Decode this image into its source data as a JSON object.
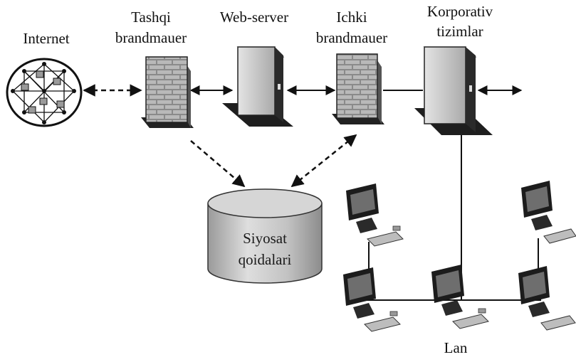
{
  "nodes": {
    "internet": {
      "label": "Internet"
    },
    "outer_firewall": {
      "label_line1": "Tashqi",
      "label_line2": "brandmauer"
    },
    "web_server": {
      "label": "Web-server"
    },
    "inner_firewall": {
      "label_line1": "Ichki",
      "label_line2": "brandmauer"
    },
    "corporate_systems": {
      "label_line1": "Korporativ",
      "label_line2": "tizimlar"
    },
    "policy_db": {
      "label_line1": "Siyosat",
      "label_line2": "qoidalari"
    },
    "lan": {
      "label": "Lan"
    }
  }
}
